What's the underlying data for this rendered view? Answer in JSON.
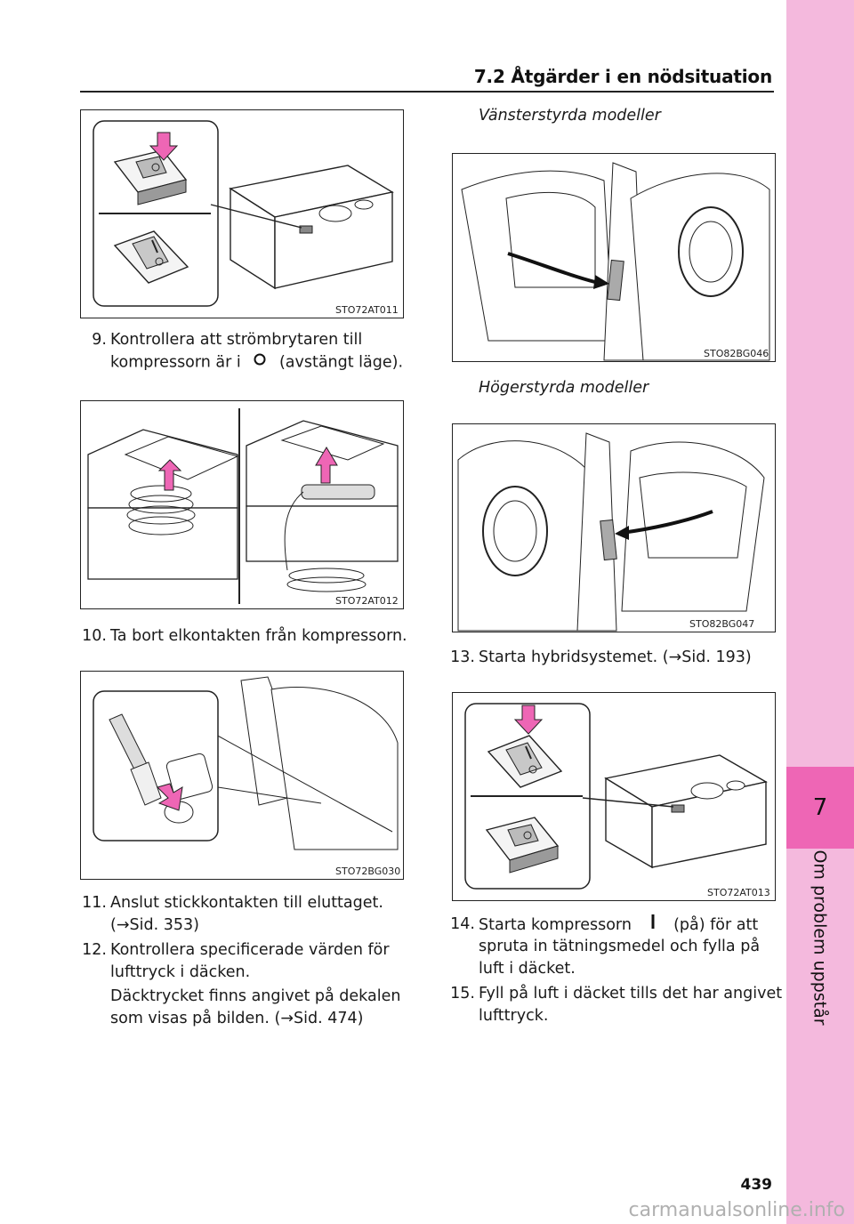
{
  "header": {
    "title": "7.2  Åtgärder i en nödsituation"
  },
  "side_tab": {
    "chapter_number": "7",
    "chapter_label": "Om problem uppstår"
  },
  "figures": {
    "fig1": "STO72AT011",
    "fig2": "STO72AT012",
    "fig3": "STO72BG030",
    "fig4": "STO82BG046",
    "fig5": "STO82BG047",
    "fig6": "STO72AT013"
  },
  "left_column": {
    "step9": {
      "number": "9.",
      "line1": "Kontrollera att strömbrytaren till",
      "line2_a": "kompressorn är i",
      "line2_b": "(avstängt läge)."
    },
    "step10": {
      "number": "10.",
      "text": "Ta bort elkontakten från kompressorn."
    },
    "step11": {
      "number": "11.",
      "line1": "Anslut stickkontakten till eluttaget.",
      "line2": "(→Sid. 353)"
    },
    "step12": {
      "number": "12.",
      "line1": "Kontrollera specificerade värden för",
      "line2": "lufttryck i däcken.",
      "para1": "Däcktrycket finns angivet på dekalen",
      "para2": "som visas på bilden. (→Sid. 474)"
    }
  },
  "right_column": {
    "lhd_label": "Vänsterstyrda modeller",
    "rhd_label": "Högerstyrda modeller",
    "step13": {
      "number": "13.",
      "text": "Starta hybridsystemet. (→Sid. 193)"
    },
    "step14": {
      "number": "14.",
      "line1_a": "Starta kompressorn",
      "line1_b": "(på) för att",
      "line2": "spruta in tätningsmedel och fylla på",
      "line3": "luft i däcket."
    },
    "step15": {
      "number": "15.",
      "line1": "Fyll på luft i däcket tills det har angivet",
      "line2": "lufttryck."
    }
  },
  "page_number": "439",
  "watermark": "carmanualsonline.info"
}
